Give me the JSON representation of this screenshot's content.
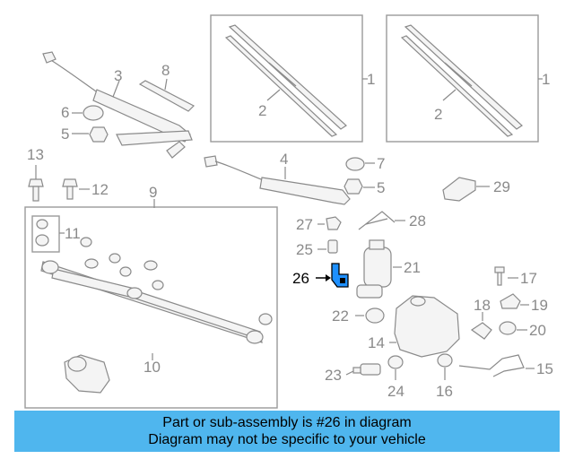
{
  "labels": {
    "l1a": "1",
    "l1b": "1",
    "l2a": "2",
    "l2b": "2",
    "l3": "3",
    "l4": "4",
    "l5a": "5",
    "l5b": "5",
    "l6": "6",
    "l7": "7",
    "l8": "8",
    "l9": "9",
    "l10": "10",
    "l11": "11",
    "l12": "12",
    "l13": "13",
    "l14": "14",
    "l15": "15",
    "l16": "16",
    "l17": "17",
    "l18": "18",
    "l19": "19",
    "l20": "20",
    "l21": "21",
    "l22": "22",
    "l23": "23",
    "l24": "24",
    "l25": "25",
    "l26": "26",
    "l27": "27",
    "l28": "28",
    "l29": "29"
  },
  "highlight_color": "#1e90ff",
  "banner": {
    "line1": "Part or sub-assembly is #26 in diagram",
    "line2": "Diagram may not be specific to your vehicle",
    "color": "#4fb6ee"
  }
}
